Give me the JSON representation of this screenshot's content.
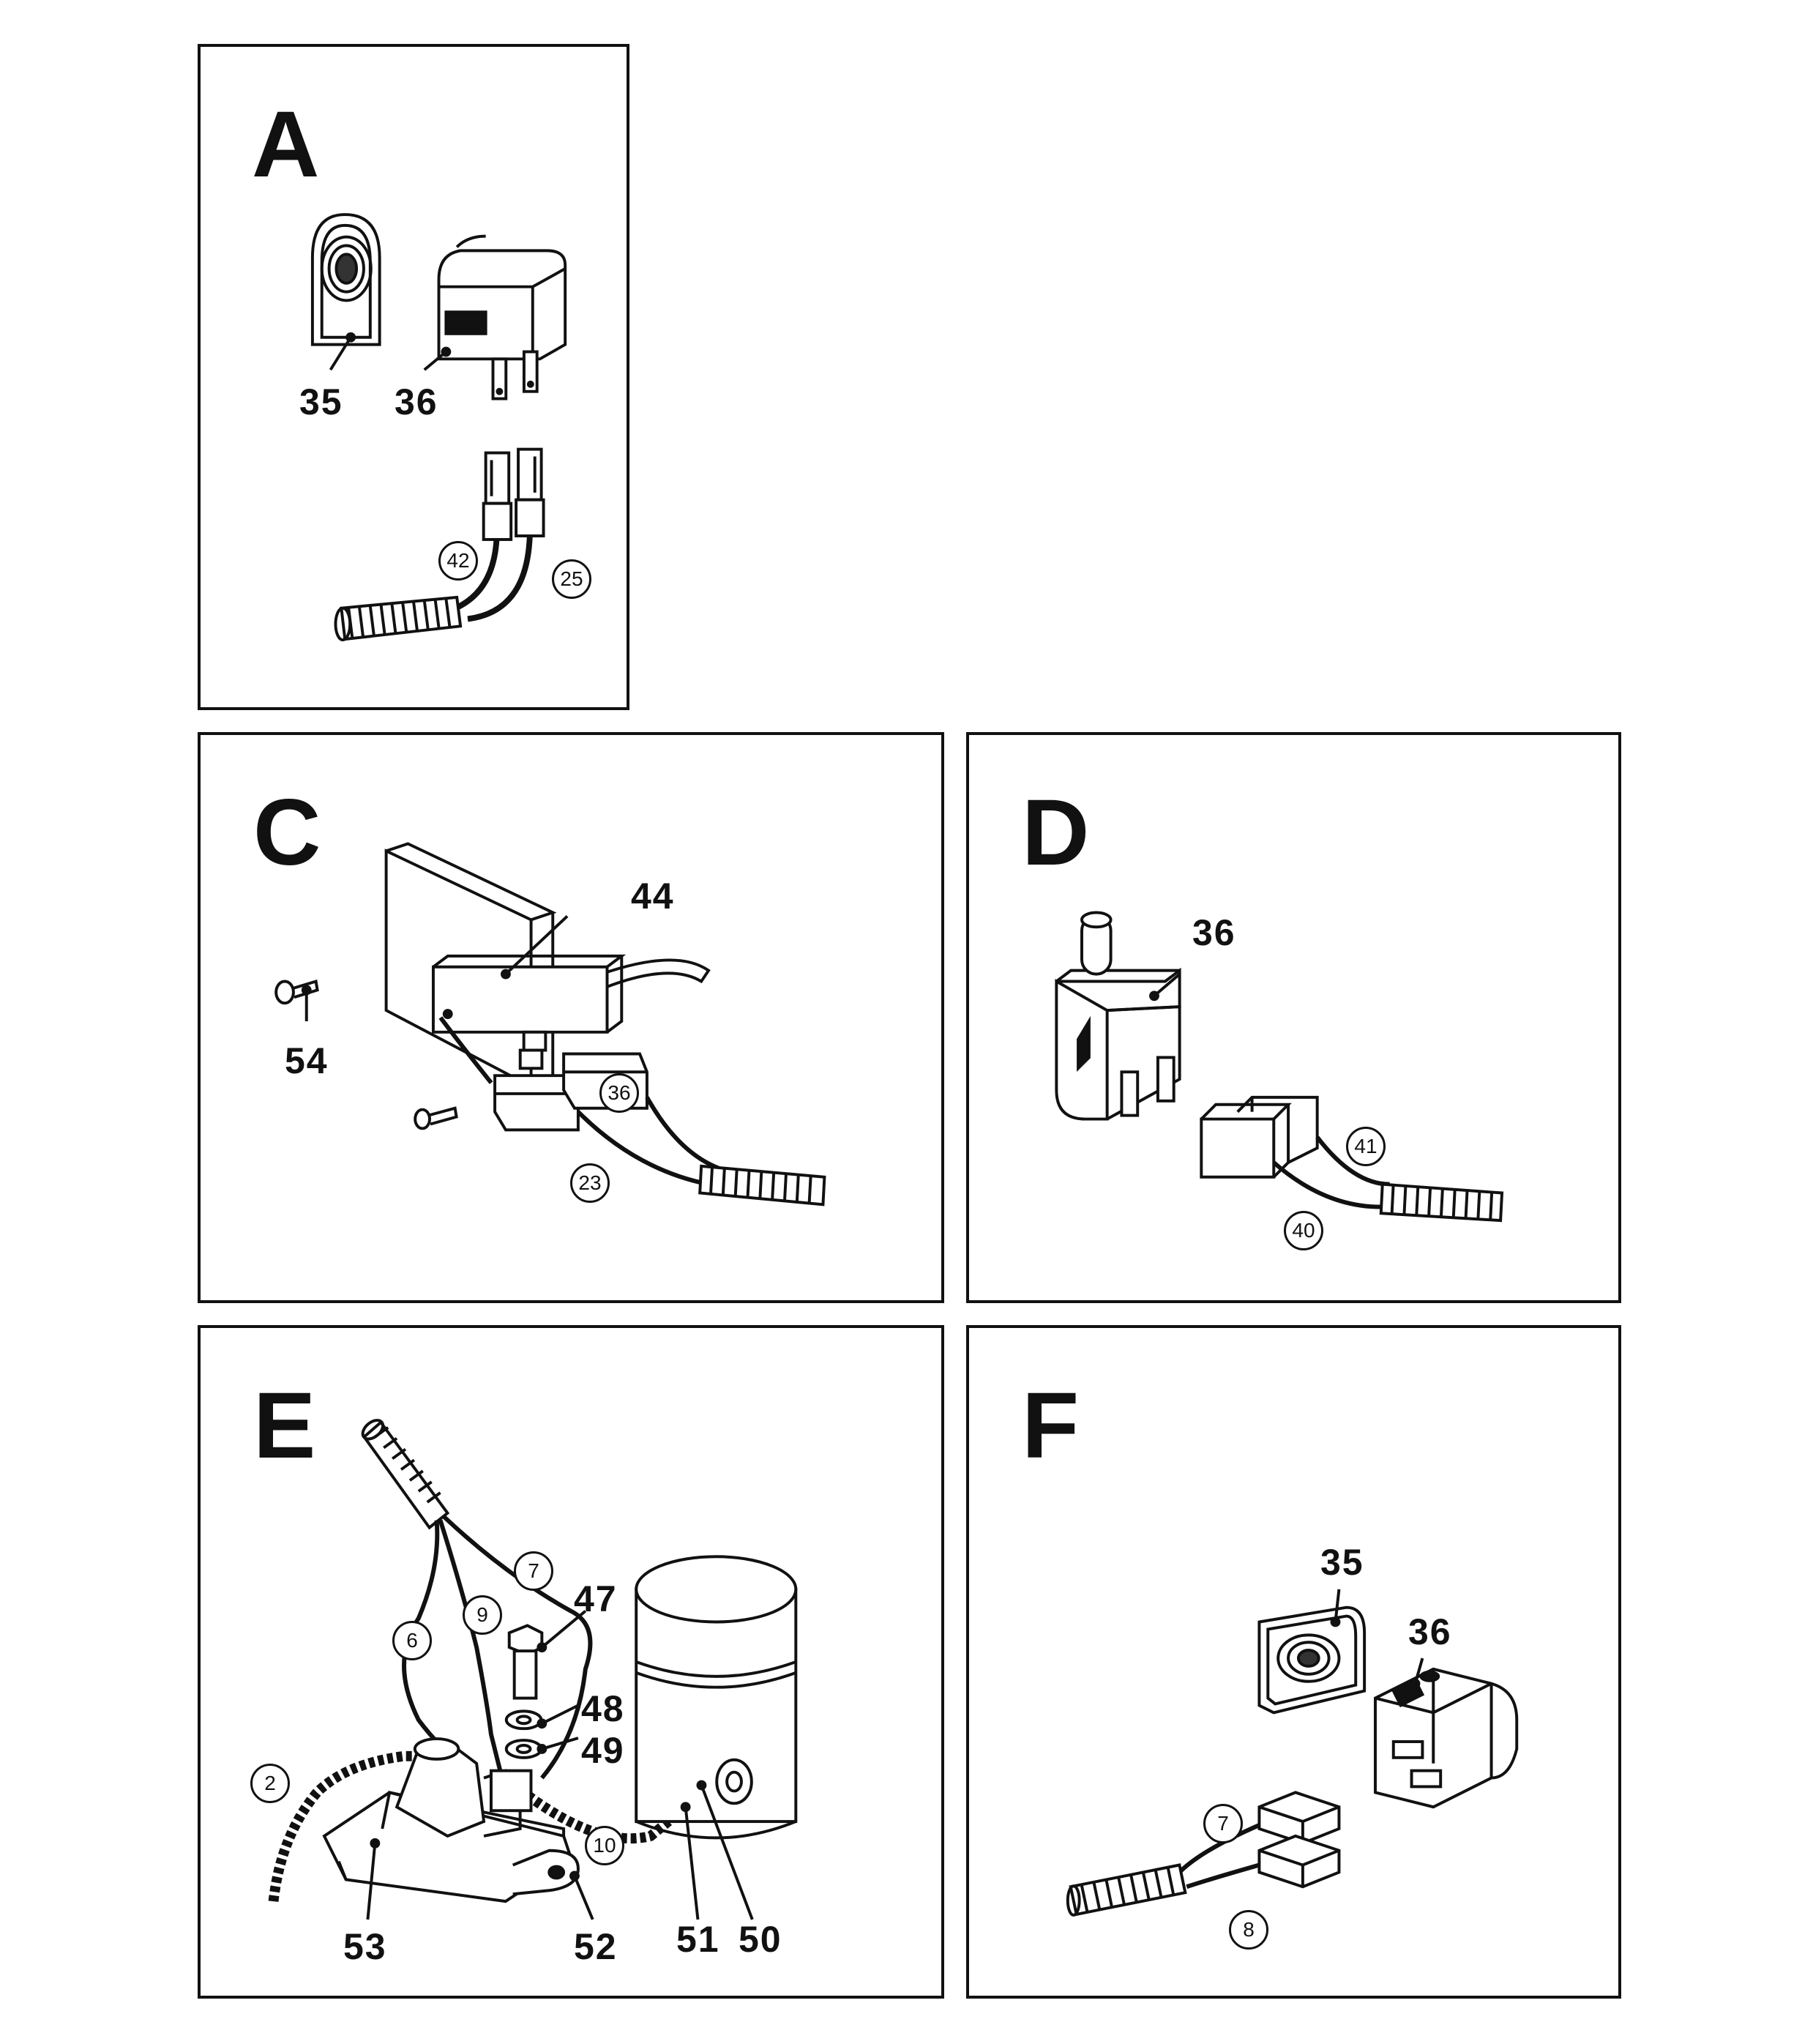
{
  "panels": {
    "A": {
      "letter": "A",
      "labels": {
        "l35": "35",
        "l36": "36"
      },
      "circled": {
        "c42": "42",
        "c25": "25"
      }
    },
    "C": {
      "letter": "C",
      "labels": {
        "l44": "44",
        "l54": "54"
      },
      "circled": {
        "c36": "36",
        "c23": "23"
      }
    },
    "D": {
      "letter": "D",
      "labels": {
        "l36": "36"
      },
      "circled": {
        "c41": "41",
        "c40": "40"
      }
    },
    "E": {
      "letter": "E",
      "labels": {
        "l47": "47",
        "l48": "48",
        "l49": "49",
        "l53": "53",
        "l52": "52",
        "l51": "51",
        "l50": "50"
      },
      "circled": {
        "c7": "7",
        "c6": "6",
        "c9": "9",
        "c2": "2",
        "c10": "10"
      }
    },
    "F": {
      "letter": "F",
      "labels": {
        "l35": "35",
        "l36": "36"
      },
      "circled": {
        "c7": "7",
        "c8": "8"
      }
    }
  }
}
